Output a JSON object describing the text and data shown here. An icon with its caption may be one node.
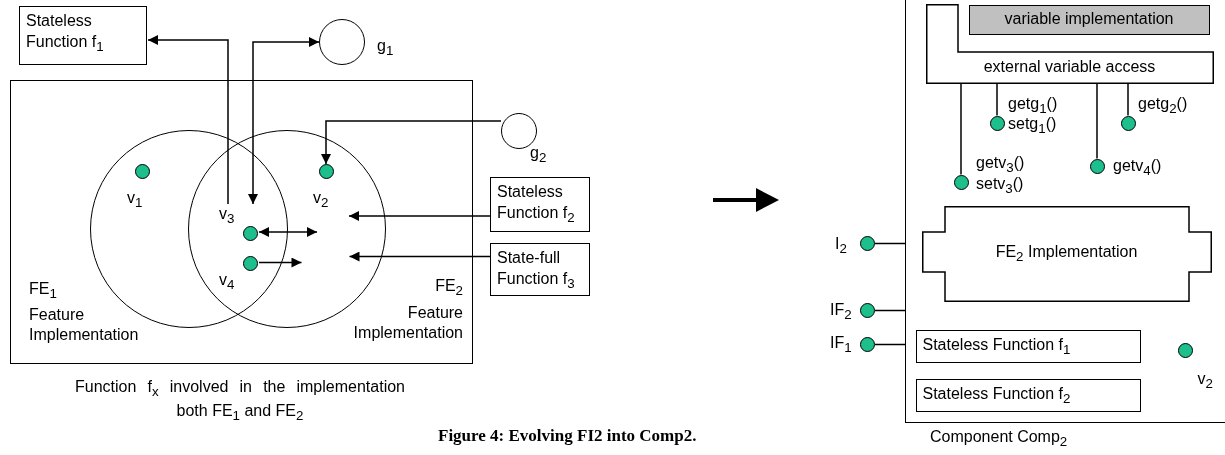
{
  "diagram": {
    "caption": "Figure 4: Evolving FI2 into Comp2.",
    "nodes": [
      {
        "text": [
          "Stateless Function f$_{1}$"
        ]
      },
      {
        "text": [],
        "shape": "circle",
        "beside": [
          "g$_{1}$"
        ]
      },
      {
        "text": [],
        "shape": "box",
        "beside": [
          "Function f$_{x}$ involved in the implementation both FE$_{1}$ and FE$_{2}$"
        ]
      },
      {
        "text": [],
        "shape": "circle",
        "in": 2,
        "beside": [
          "FE$_{1}$",
          "Feature Implementation"
        ]
      },
      {
        "text": [],
        "shape": "circle",
        "in": 2,
        "beside": [
          "FE$_{2}$",
          "Feature Implementation"
        ]
      },
      {
        "text": [],
        "shape": "circle",
        "beside": [
          "g$_{2}$"
        ]
      },
      {
        "text": [
          "v$_{1}$"
        ],
        "in": 3
      },
      {
        "text": [
          "v$_{2}$"
        ],
        "in": 4
      },
      {
        "text": [
          "v$_{3}$"
        ]
      },
      {
        "text": [
          "v$_{4}$"
        ]
      },
      {
        "text": [
          "Stateless Function f$_{2}$"
        ]
      },
      {
        "text": [
          "State-full Function f$_{3}$"
        ]
      },
      {
        "text": [],
        "shape": "box",
        "beside": [
          "Component Comp$_{2}$"
        ]
      },
      {
        "text": [
          "variable implementation"
        ],
        "in": 12
      },
      {
        "text": [
          "external variable access"
        ],
        "in": 12
      },
      {
        "text": [],
        "shape": "circle",
        "in": 12,
        "beside": [
          "getg$_{1}$()",
          "setg$_{1}$()"
        ]
      },
      {
        "text": [],
        "shape": "circle",
        "in": 12,
        "beside": [
          "getg$_{2}$()"
        ]
      },
      {
        "text": [],
        "shape": "circle",
        "in": 12,
        "beside": [
          "getv$_{3}$()",
          "setv$_{3}$()"
        ]
      },
      {
        "text": [],
        "shape": "circle",
        "in": 12,
        "beside": [
          "getv$_{4}$()"
        ]
      },
      {
        "text": [],
        "shape": "circle",
        "beside": [
          "I$_{2}$"
        ]
      },
      {
        "text": [
          "FE$_{2}$ Implementation"
        ],
        "in": 12
      },
      {
        "text": [],
        "shape": "circle",
        "beside": [
          "IF$_{2}$"
        ]
      },
      {
        "text": [],
        "shape": "circle",
        "beside": [
          "IF$_{1}$"
        ]
      },
      {
        "text": [
          "Stateless Function f$_{1}$"
        ],
        "in": 12
      },
      {
        "text": [
          "v$_{2}$"
        ],
        "in": 12
      },
      {
        "text": [
          "Stateless Function f$_{2}$"
        ],
        "in": 12
      }
    ],
    "edges": [
      {
        "from": 8,
        "to": 0,
        "arrow": "to"
      },
      {
        "from": 1,
        "to": 8,
        "arrow": "both"
      },
      {
        "from": 5,
        "to": 7,
        "arrow": "to"
      },
      {
        "from": 10,
        "to": 7,
        "arrow": "to"
      },
      {
        "from": 11,
        "to": 4,
        "arrow": "to"
      },
      {
        "from": 8,
        "to": 7,
        "arrow": "both"
      },
      {
        "from": 9,
        "to": 3,
        "arrow": "to"
      },
      {
        "from": 14,
        "to": 15,
        "arrow": "none"
      },
      {
        "from": 14,
        "to": 16,
        "arrow": "none"
      },
      {
        "from": 14,
        "to": 17,
        "arrow": "none"
      },
      {
        "from": 14,
        "to": 18,
        "arrow": "none"
      },
      {
        "from": 19,
        "to": 12,
        "arrow": "none"
      },
      {
        "from": 21,
        "to": 12,
        "arrow": "none"
      },
      {
        "from": 22,
        "to": 12,
        "arrow": "none"
      }
    ]
  }
}
